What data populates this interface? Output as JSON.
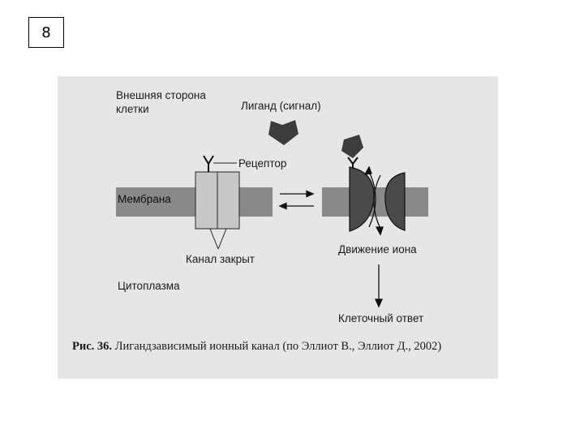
{
  "slide": {
    "number": "8"
  },
  "diagram": {
    "labels": {
      "outside": [
        "Внешняя сторона",
        "клетки"
      ],
      "ligand": "Лиганд (сигнал)",
      "receptor": "Рецептор",
      "membrane": "Мембрана",
      "channel_closed": "Канал закрыт",
      "cytoplasm": "Цитоплазма",
      "ion_movement": "Движение иона",
      "cell_response": "Клеточный ответ"
    },
    "caption": {
      "prefix": "Рис. 36.",
      "text": " Лигандзависимый ионный канал (по Эллиот В., Эллиот Д., 2002)"
    }
  }
}
